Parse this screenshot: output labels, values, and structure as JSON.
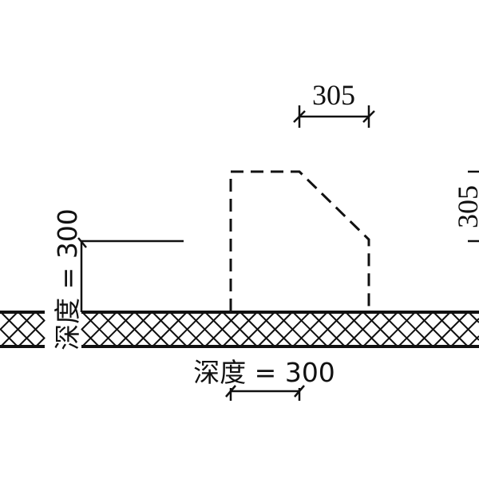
{
  "labels": {
    "top_width": "305",
    "right_height": "305",
    "bottom_depth_label": "深度 = 300",
    "left_depth_label": "深度 = 300"
  },
  "colors": {
    "ink": "#111111",
    "background": "#ffffff"
  }
}
